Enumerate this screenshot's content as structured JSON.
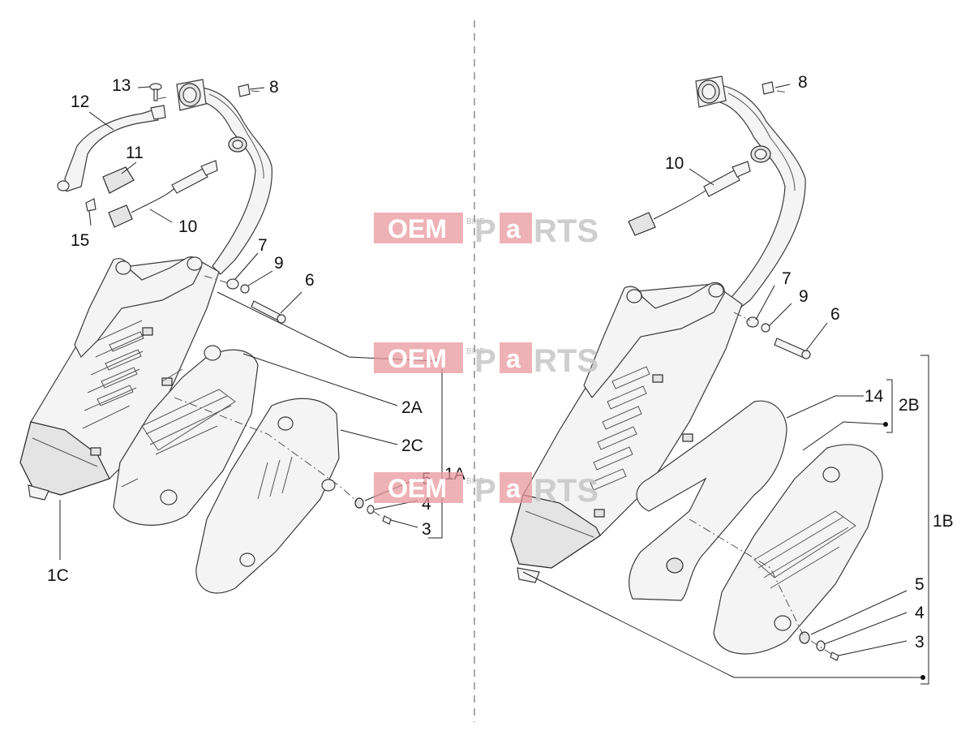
{
  "watermark": {
    "oem": "OEM",
    "bike": "BIKE",
    "parts_p": "P",
    "parts_a": "a",
    "parts_rts": "RTS"
  },
  "left_labels": {
    "l13": "13",
    "l12": "12",
    "l11": "11",
    "l15": "15",
    "l10": "10",
    "l8": "8",
    "l7": "7",
    "l9": "9",
    "l6": "6",
    "l2a": "2A",
    "l2c": "2C",
    "l5": "5",
    "l1a": "1A",
    "l4": "4",
    "l3": "3",
    "l1c": "1C"
  },
  "right_labels": {
    "r8": "8",
    "r10": "10",
    "r7": "7",
    "r9": "9",
    "r6": "6",
    "r14": "14",
    "r2b": "2B",
    "r1b": "1B",
    "r5": "5",
    "r4": "4",
    "r3": "3"
  },
  "colors": {
    "line": "#3a3a3a",
    "watermark_pink": "#e8989e",
    "watermark_grey": "#c9c9c9"
  }
}
